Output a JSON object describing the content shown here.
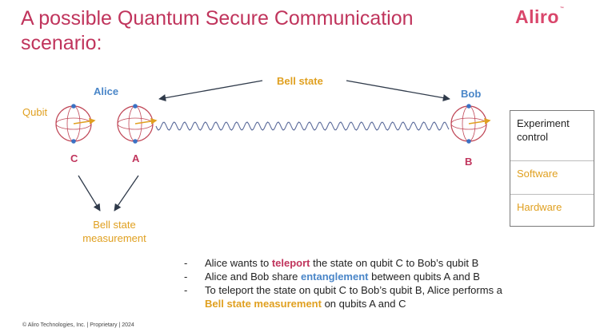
{
  "slide": {
    "title": "A possible Quantum Secure Communication scenario:",
    "logo_text": "Aliro",
    "logo_mark": "™",
    "footer": "© Aliro Technologies, Inc.  | Proprietary | 2024"
  },
  "diagram": {
    "bell_state_label": "Bell state",
    "alice_label": "Alice",
    "bob_label": "Bob",
    "qubit_label": "Qubit",
    "qubit_c": "C",
    "qubit_a": "A",
    "qubit_b": "B",
    "measurement_line1": "Bell state",
    "measurement_line2": "measurement"
  },
  "control_panel": {
    "header_line1": "Experiment",
    "header_line2": "control",
    "software": "Software",
    "hardware": "Hardware"
  },
  "bullets": {
    "dash": "-",
    "b1_pre": "Alice wants to ",
    "b1_hl": "teleport",
    "b1_post": " the state on qubit C to Bob’s qubit B",
    "b2_pre": "Alice and Bob share ",
    "b2_hl": "entanglement",
    "b2_post": " between qubits A and B",
    "b3_line1": "To teleport the state on qubit C to Bob’s qubit B, Alice performs a",
    "b3_hl": "Bell state measurement",
    "b3_post": " on qubits A and C"
  },
  "colors": {
    "title": "#c0345c",
    "logo": "#d9466b",
    "accent_orange": "#e0a020",
    "accent_blue": "#4a86c8",
    "accent_red": "#c0345c",
    "sphere_stroke": "#c04858",
    "pole_dot": "#3a72c4",
    "arrow": "#2f3a4a",
    "wave": "#5a6a9a"
  },
  "icons": {
    "bloch_sphere": "bloch-sphere-icon",
    "arrow": "arrow-icon",
    "wave": "wavy-line-icon"
  }
}
